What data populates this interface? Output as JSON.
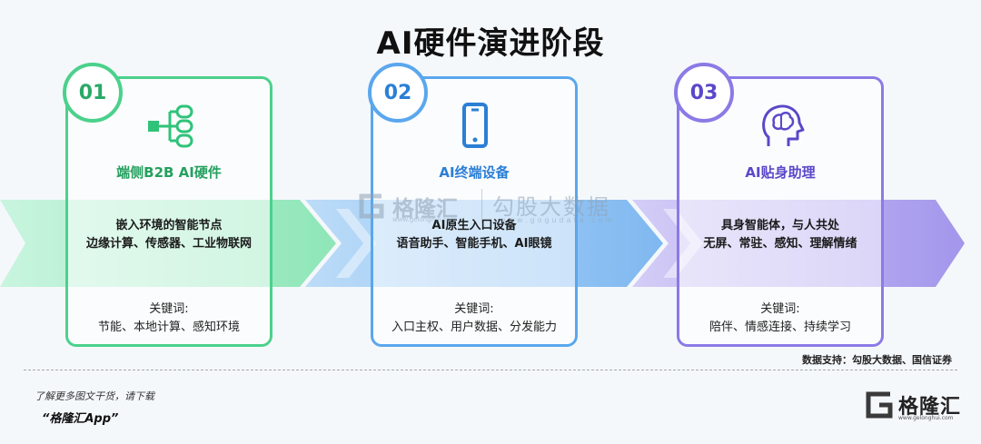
{
  "title": "AI硬件演进阶段",
  "stages": [
    {
      "number": "01",
      "icon": "node-tree-icon",
      "title": "端侧B2B AI硬件",
      "desc_lines": [
        "嵌入环境的智能节点",
        "边缘计算、传感器、工业物联网"
      ],
      "keyword_label": "关键词:",
      "keywords": "节能、本地计算、感知环境",
      "color": "#4bd18c"
    },
    {
      "number": "02",
      "icon": "smartphone-icon",
      "title": "AI终端设备",
      "desc_lines": [
        "AI原生入口设备",
        "语音助手、智能手机、AI眼镜"
      ],
      "keyword_label": "关键词:",
      "keywords": "入口主权、用户数据、分发能力",
      "color": "#5aa7ee"
    },
    {
      "number": "03",
      "icon": "brain-head-icon",
      "title": "AI贴身助理",
      "desc_lines": [
        "具身智能体，与人共处",
        "无屏、常驻、感知、理解情绪"
      ],
      "keyword_label": "关键词:",
      "keywords": "陪伴、情感连接、持续学习",
      "color": "#8b7ae6"
    }
  ],
  "watermark": {
    "name": "格隆汇",
    "name_sub": "www.gelonghui.com",
    "brand": "勾股大数据",
    "url": "www.gogudata.com"
  },
  "source_note": "数据支持：勾股大数据、国信证券",
  "footer": {
    "line1": "了解更多图文干货，请下载",
    "line2": "“格隆汇App”",
    "brand_name": "格隆汇",
    "brand_url": "www.gelonghui.com"
  }
}
